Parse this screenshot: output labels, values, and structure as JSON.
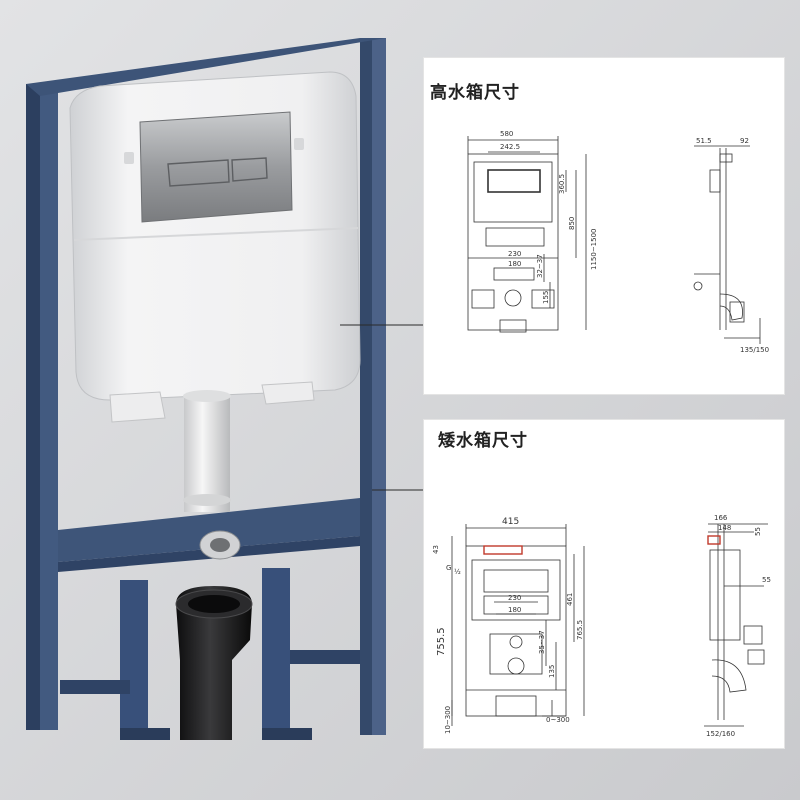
{
  "panels": {
    "high": {
      "title": "高水箱尺寸",
      "dims": {
        "width": "580",
        "inner_width": "242.5",
        "button_height": "360.5",
        "tank_height": "850",
        "frame_height": "1150~1500",
        "pipe_spacing": "230",
        "pipe_offset": "32~37",
        "pipe_low": "180",
        "outlet": "155",
        "side_top_a": "51.5",
        "side_top_b": "92",
        "side_bottom": "135/150"
      }
    },
    "low": {
      "title": "矮水箱尺寸",
      "dims": {
        "width": "415",
        "top_offset": "43",
        "total_height": "755.5",
        "pipe_spacing": "230",
        "pipe_inner": "180",
        "pipe_offset": "35~37",
        "tank_height": "461",
        "frame_height": "765.5",
        "outlet": "135",
        "foot_range": "10~300",
        "floor_range": "0~300",
        "label_g": "G",
        "label_g_sub": "½",
        "side_top_a": "166",
        "side_top_b": "148",
        "side_top_c": "55",
        "side_mid": "55",
        "side_bottom": "152/160"
      }
    }
  }
}
